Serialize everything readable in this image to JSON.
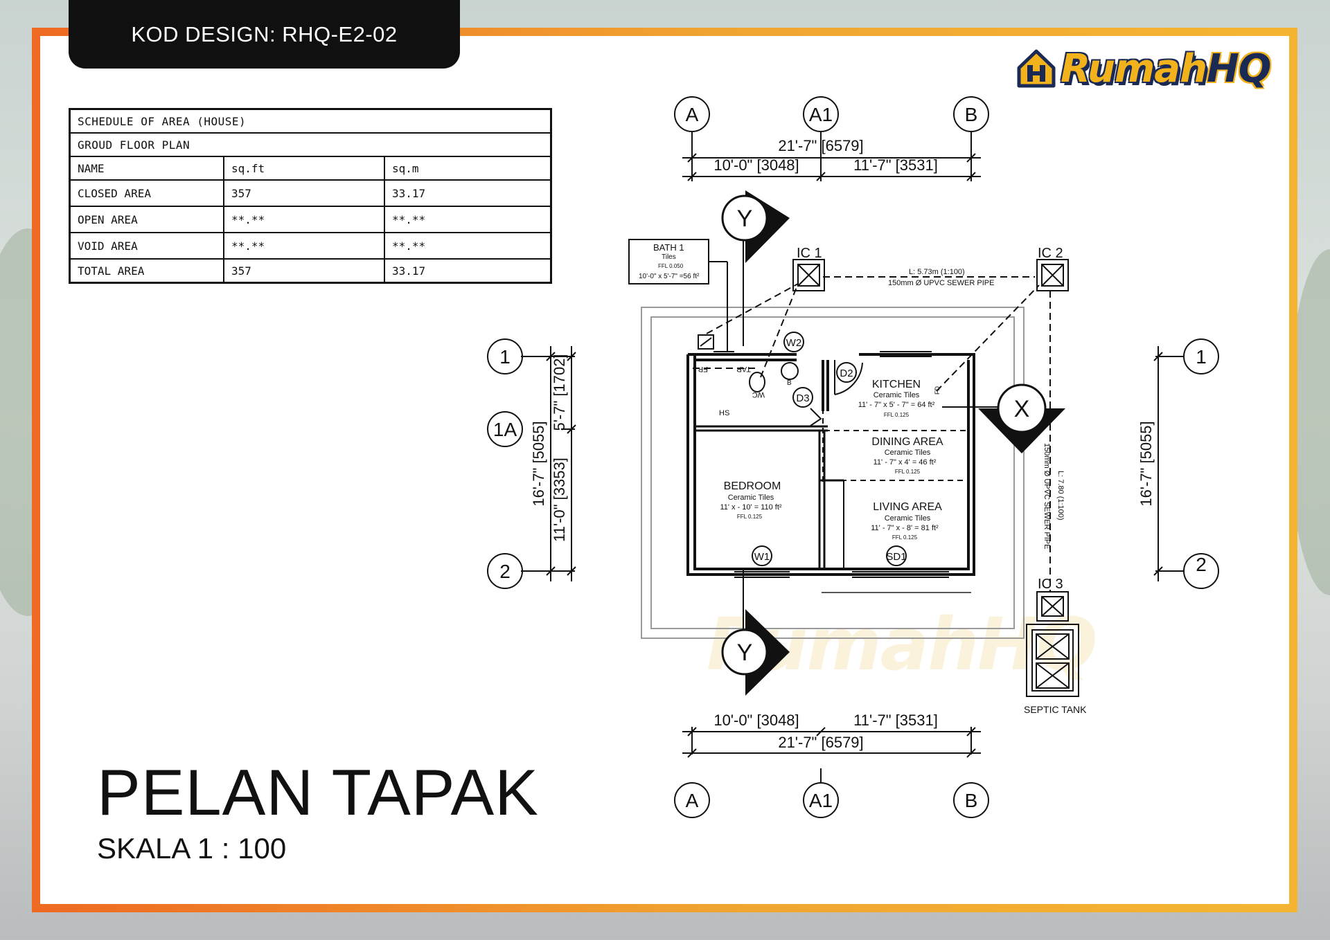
{
  "header": {
    "design_code": "KOD DESIGN: RHQ-E2-02"
  },
  "logo": {
    "brand_main": "Rumah",
    "brand_suffix": "HQ",
    "watermark": "RumahHQ"
  },
  "schedule": {
    "title": "SCHEDULE OF AREA (HOUSE)",
    "subtitle": "GROUD FLOOR PLAN",
    "columns": [
      "NAME",
      "sq.ft",
      "sq.m"
    ],
    "rows": [
      {
        "name": "CLOSED AREA",
        "sqft": "357",
        "sqm": "33.17"
      },
      {
        "name": "OPEN AREA",
        "sqft": "**.**",
        "sqm": "**.**"
      },
      {
        "name": "VOID AREA",
        "sqft": "**.**",
        "sqm": "**.**"
      },
      {
        "name": "TOTAL AREA",
        "sqft": "357",
        "sqm": "33.17"
      }
    ]
  },
  "title": {
    "main": "PELAN TAPAK",
    "scale": "SKALA 1 : 100"
  },
  "grid": {
    "a": "A",
    "a1": "A1",
    "b": "B",
    "r1": "1",
    "r1a": "1A",
    "r2": "2",
    "section_y": "Y",
    "section_x": "X"
  },
  "dimensions": {
    "overall_width": "21'-7\" [6579]",
    "left_bay": "10'-0\" [3048]",
    "right_bay": "11'-7\" [3531]",
    "overall_depth": "16'-7\" [5055]",
    "bay_1_1a": "5'-7\" [1702]",
    "bay_1a_2": "11'-0\" [3353]"
  },
  "inspection": {
    "ic1": "IC 1",
    "ic2": "IC 2",
    "ic3": "IC 3",
    "pipe_top_len": "L: 5.73m (1:100)",
    "pipe_top_desc": "150mm Ø UPVC SEWER PIPE",
    "pipe_side_len": "L: 7.80 (1:100)",
    "pipe_side_desc": "150mm Ø UPVC SEWER PIPE",
    "septic": "SEPTIC TANK"
  },
  "bath_label": {
    "name": "BATH 1",
    "finish": "Tiles",
    "ffl": "FFL 0.050",
    "area": "10'-0\" x 5'-7\" =56 ft²"
  },
  "rooms": [
    {
      "name": "KITCHEN",
      "finish": "Ceramic Tiles",
      "area": "11' - 7\" x  5' - 7\"  = 64 ft²",
      "ffl": "FFL 0.125"
    },
    {
      "name": "DINING AREA",
      "finish": "Ceramic Tiles",
      "area": "11' - 7\" x  4'  = 46 ft²",
      "ffl": "FFL 0.125"
    },
    {
      "name": "BEDROOM",
      "finish": "Ceramic Tiles",
      "area": "11' x  - 10' =  110 ft²",
      "ffl": "FFL 0.125"
    },
    {
      "name": "LIVING AREA",
      "finish": "Ceramic Tiles",
      "area": "11' - 7\" x  - 8'  = 81 ft²",
      "ffl": "FFL 0.125"
    }
  ],
  "fixtures": {
    "wc": "WC",
    "tap": "TAP",
    "fp": "FP",
    "hs": "HS",
    "b": "B",
    "fd": "FD"
  },
  "tags": {
    "w1": "W1",
    "w2": "W2",
    "d2": "D2",
    "d3": "D3",
    "sd1": "SD1"
  }
}
